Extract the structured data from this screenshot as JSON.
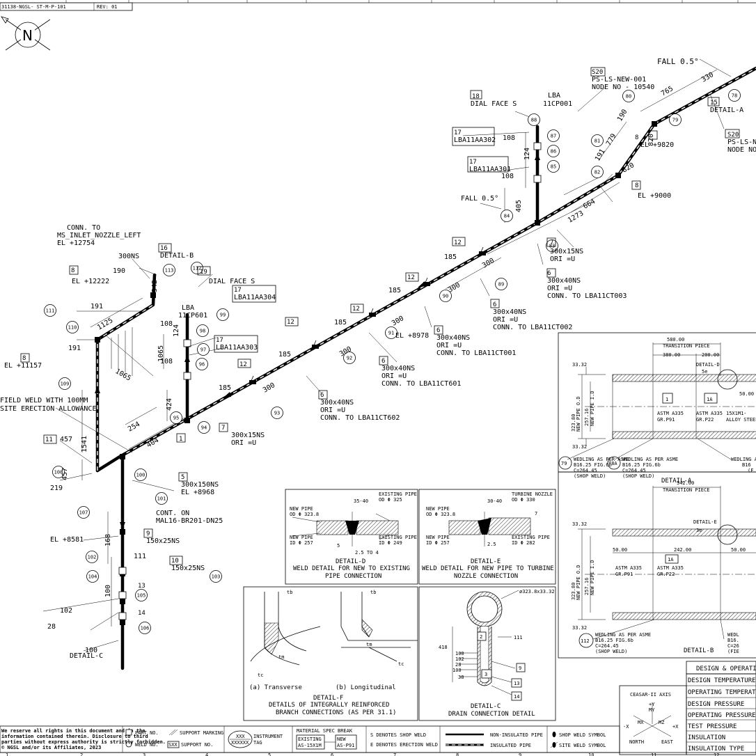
{
  "title_block": {
    "drawing_no": "31138-NGSL- ST-M-P-101",
    "rev": "REV: 01",
    "north": "N"
  },
  "iso_labels": [
    {
      "text": "FALL 0.5°"
    },
    {
      "text": "S20"
    },
    {
      "text": "PS-LS-NEW-001"
    },
    {
      "text": "NODE NO - 10540"
    },
    {
      "text": "765"
    },
    {
      "text": "330"
    },
    {
      "text": "15"
    },
    {
      "text": "DETAIL-A"
    },
    {
      "text": "S20"
    },
    {
      "text": "PS-LS-NE"
    },
    {
      "text": "NODE NO"
    },
    {
      "text": "190"
    },
    {
      "text": "779"
    },
    {
      "text": "191"
    },
    {
      "text": "820"
    },
    {
      "text": "820"
    },
    {
      "text": "8"
    },
    {
      "text": "EL +9820"
    },
    {
      "text": "8"
    },
    {
      "text": "EL +9000"
    },
    {
      "text": "664"
    },
    {
      "text": "1273"
    },
    {
      "text": "18"
    },
    {
      "text": "DIAL FACE S"
    },
    {
      "text": "LBA"
    },
    {
      "text": "11CP001"
    },
    {
      "text": "17"
    },
    {
      "text": "LBA11AA302"
    },
    {
      "text": "108"
    },
    {
      "text": "124"
    },
    {
      "text": "17"
    },
    {
      "text": "LBA11AA301"
    },
    {
      "text": "108"
    },
    {
      "text": "FALL 0.5°"
    },
    {
      "text": "405"
    },
    {
      "text": "7"
    },
    {
      "text": "300x15NS"
    },
    {
      "text": "ORI =U"
    },
    {
      "text": "6"
    },
    {
      "text": "300x40NS"
    },
    {
      "text": "ORI =U"
    },
    {
      "text": "CONN. TO LBA11CT003"
    },
    {
      "text": "12"
    },
    {
      "text": "185"
    },
    {
      "text": "300"
    },
    {
      "text": "12"
    },
    {
      "text": "185"
    },
    {
      "text": "300"
    },
    {
      "text": "6"
    },
    {
      "text": "300x40NS"
    },
    {
      "text": "ORI =U"
    },
    {
      "text": "CONN. TO LBA11CT002"
    },
    {
      "text": "12"
    },
    {
      "text": "185"
    },
    {
      "text": "300"
    },
    {
      "text": "EL +8978"
    },
    {
      "text": "6"
    },
    {
      "text": "300x40NS"
    },
    {
      "text": "ORI =U"
    },
    {
      "text": "CONN. TO LBA11CT001"
    },
    {
      "text": "12"
    },
    {
      "text": "185"
    },
    {
      "text": "300"
    },
    {
      "text": "6"
    },
    {
      "text": "300x40NS"
    },
    {
      "text": "ORI =U"
    },
    {
      "text": "CONN. TO LBA11CT601"
    },
    {
      "text": "12"
    },
    {
      "text": "185"
    },
    {
      "text": "6"
    },
    {
      "text": "300x40NS"
    },
    {
      "text": "ORI =U"
    },
    {
      "text": "CONN. TO LBA11CT602"
    },
    {
      "text": "300"
    },
    {
      "text": "7"
    },
    {
      "text": "300x15NS"
    },
    {
      "text": "ORI =U"
    },
    {
      "text": "1"
    },
    {
      "text": "404"
    },
    {
      "text": "5"
    },
    {
      "text": "300x150NS"
    },
    {
      "text": "EL +8968"
    },
    {
      "text": "CONN. TO"
    },
    {
      "text": "MS_INLET_NOZZLE_LEFT"
    },
    {
      "text": "EL +12754"
    },
    {
      "text": "300NS"
    },
    {
      "text": "16"
    },
    {
      "text": "DETAIL-B"
    },
    {
      "text": "342"
    },
    {
      "text": "190"
    },
    {
      "text": "8"
    },
    {
      "text": "EL +12222"
    },
    {
      "text": "19"
    },
    {
      "text": "DIAL FACE S"
    },
    {
      "text": "LBA"
    },
    {
      "text": "11CP601"
    },
    {
      "text": "17"
    },
    {
      "text": "LBA11AA304"
    },
    {
      "text": "191"
    },
    {
      "text": "1125"
    },
    {
      "text": "108"
    },
    {
      "text": "1065"
    },
    {
      "text": "124"
    },
    {
      "text": "108"
    },
    {
      "text": "17"
    },
    {
      "text": "LBA11AA303"
    },
    {
      "text": "191"
    },
    {
      "text": "1065"
    },
    {
      "text": "8"
    },
    {
      "text": "EL +11157"
    },
    {
      "text": "FIELD WELD WITH 100MM"
    },
    {
      "text": "SITE ERECTION ALLOWANCE"
    },
    {
      "text": "1541"
    },
    {
      "text": "424"
    },
    {
      "text": "11"
    },
    {
      "text": "457"
    },
    {
      "text": "254"
    },
    {
      "text": "457"
    },
    {
      "text": "219"
    },
    {
      "text": "CONT. ON"
    },
    {
      "text": "MAL16-BR201-DN25"
    },
    {
      "text": "168"
    },
    {
      "text": "9"
    },
    {
      "text": "150x25NS"
    },
    {
      "text": "EL +8581"
    },
    {
      "text": "111"
    },
    {
      "text": "10"
    },
    {
      "text": "150x25NS"
    },
    {
      "text": "100"
    },
    {
      "text": "102"
    },
    {
      "text": "28"
    },
    {
      "text": "13"
    },
    {
      "text": "14"
    },
    {
      "text": "100"
    },
    {
      "text": "DETAIL-C"
    }
  ],
  "bubbles": [
    "78",
    "80",
    "79",
    "81",
    "82",
    "88",
    "87",
    "86",
    "85",
    "84",
    "83",
    "89",
    "90",
    "91",
    "92",
    "93",
    "94",
    "95",
    "96",
    "97",
    "98",
    "99",
    "100",
    "101",
    "102",
    "103",
    "104",
    "105",
    "106",
    "107",
    "108",
    "109",
    "110",
    "111",
    "112",
    "113"
  ],
  "detail_a": {
    "dims": [
      "580.00",
      "TRANSITION PIECE",
      "380.00",
      "200.00",
      "DETAIL-D",
      "5e",
      "33.32",
      "33.32",
      "50.00",
      "323.80",
      "NEW PIPE O.D",
      "257.16",
      "NEW PIPE I.D"
    ],
    "tags": [
      "1",
      "1A"
    ],
    "materials": [
      "ASTM A335",
      "GR.P91",
      "ASTM A335",
      "GR.P22",
      "15X1M1-",
      "ALLOY STEEL"
    ],
    "weld1": [
      "WEDLING AS PER ASME",
      "B16.25 FIG.6b",
      "C=264.45",
      "(SHOP WELD)"
    ],
    "weld1_bubble": "79",
    "weld2": [
      "WEDLING AS PER ASME",
      "B16.25 FIG.6b",
      "C=264.45",
      "(SHOP WELD)"
    ],
    "weld2_bubble": "78A",
    "weld3": [
      "WEDLING AS",
      "B16",
      "(F"
    ],
    "title": "DETAIL-A"
  },
  "detail_b": {
    "dims": [
      "342.00",
      "TRANSITION PIECE",
      "DETAIL-E",
      "3e",
      "33.32",
      "50.00",
      "242.00",
      "50.00",
      "33.32",
      "323.80",
      "NEW PIPE O.D",
      "257.16",
      "NEW PIPE I.D"
    ],
    "tag": "1A",
    "materials": [
      "ASTM A335",
      "GR.P91",
      "ASTM A335",
      "GR.P22"
    ],
    "weld1": [
      "WEDLING AS PER ASME",
      "B16.25 FIG.6b",
      "C=264.45",
      "(SHOP WELD)"
    ],
    "weld1_bubble": "112",
    "weld2": [
      "WEDL",
      "B16.",
      "C=26",
      "(FIE"
    ],
    "title": "DETAIL-B"
  },
  "detail_d": {
    "labels": [
      "NEW PIPE",
      "OD Φ 323.8",
      "EXISTING PIPE",
      "OD Φ 325",
      "35-40",
      "NEW PIPE",
      "ID Φ 257",
      "EXISTING PIPE",
      "ID Φ 249",
      "5",
      "2.5 TO 4"
    ],
    "title": [
      "DETAIL-D",
      "WELD DETAIL FOR NEW TO EXISTING",
      "PIPE CONNECTION"
    ]
  },
  "detail_e": {
    "labels": [
      "NEW PIPE",
      "OD Φ 323.8",
      "TURBINE NOZZLE",
      "OD Φ 330",
      "30-40",
      "7",
      "NEW PIPE",
      "ID Φ 257",
      "2.5",
      "EXISTING PIPE",
      "ID Φ 282"
    ],
    "title": [
      "DETAIL-E",
      "WELD DETAIL FOR NEW PIPE TO TURBINE",
      "NOZZLE CONNECTION"
    ]
  },
  "detail_f": {
    "labels": [
      "tb",
      "tb",
      "tm",
      "tm",
      "tc",
      "tc",
      "(a) Transverse",
      "(b) Longitudinal"
    ],
    "title": [
      "DETAIL-F",
      "DETAILS OF INTEGRALLY REINFORCED",
      "BRANCH CONNECTIONS (AS PER 31.1)"
    ]
  },
  "detail_c": {
    "labels": [
      "ø323.8x33.32",
      "418",
      "2",
      "111",
      "100",
      "102",
      "28",
      "100",
      "38",
      "3",
      "9",
      "13",
      "14"
    ],
    "title": [
      "DETAIL-C",
      "DRAIN CONNECTION DETAIL"
    ]
  },
  "design_table": {
    "header": "DESIGN & OPERATI",
    "rows": [
      "DESIGN TEMPERATURE",
      "OPERATING TEMPERAT",
      "DESIGN PRESSURE",
      "OPERATING PRESSURE",
      "TEST PRESSURE",
      "INSULATION",
      "INSULATION TYPE"
    ]
  },
  "axis": {
    "title": "CEASAR-II AXIS",
    "labels": [
      "+Y",
      "MY",
      "MX",
      "MZ",
      "-X",
      "+X",
      "NORTH",
      "EAST"
    ]
  },
  "legend": {
    "disclaimer": [
      "We reserve all rights in this document and in the",
      "information contained therein. Disclosure to third",
      "parties without express authority is strictly forbidden.",
      "© NGSL and/or its Affiliates, 2023"
    ],
    "part": "PART NO.",
    "weld": "WELD NO.",
    "support_marking": "SUPPORT MARKING",
    "support_no": "SUPPORT NO.",
    "support_box": "SXX",
    "inst_xxx": "XXX",
    "inst_xxxxxx": "XXXXXX",
    "instrument": "INSTRUMENT",
    "tag": "TAG",
    "material_break": "MATERIAL SPEC BREAK",
    "existing": "EXISTING",
    "existing_spec": "AS-15X1M",
    "new": "NEW",
    "new_spec": "AS-P91",
    "s_shop": "S DENOTES SHOP WELD",
    "e_erection": "E DENOTES ERECTION WELD",
    "non_insulated": "NON-INSULATED PIPE",
    "insulated": "INSULATED PIPE",
    "shop_weld": "SHOP WELD SYMBOL",
    "site_weld": "SITE WELD SYMBOL"
  },
  "grid_numbers": [
    "1",
    "2",
    "3",
    "4",
    "5",
    "6",
    "7",
    "8",
    "9",
    "10",
    "11",
    "12"
  ]
}
